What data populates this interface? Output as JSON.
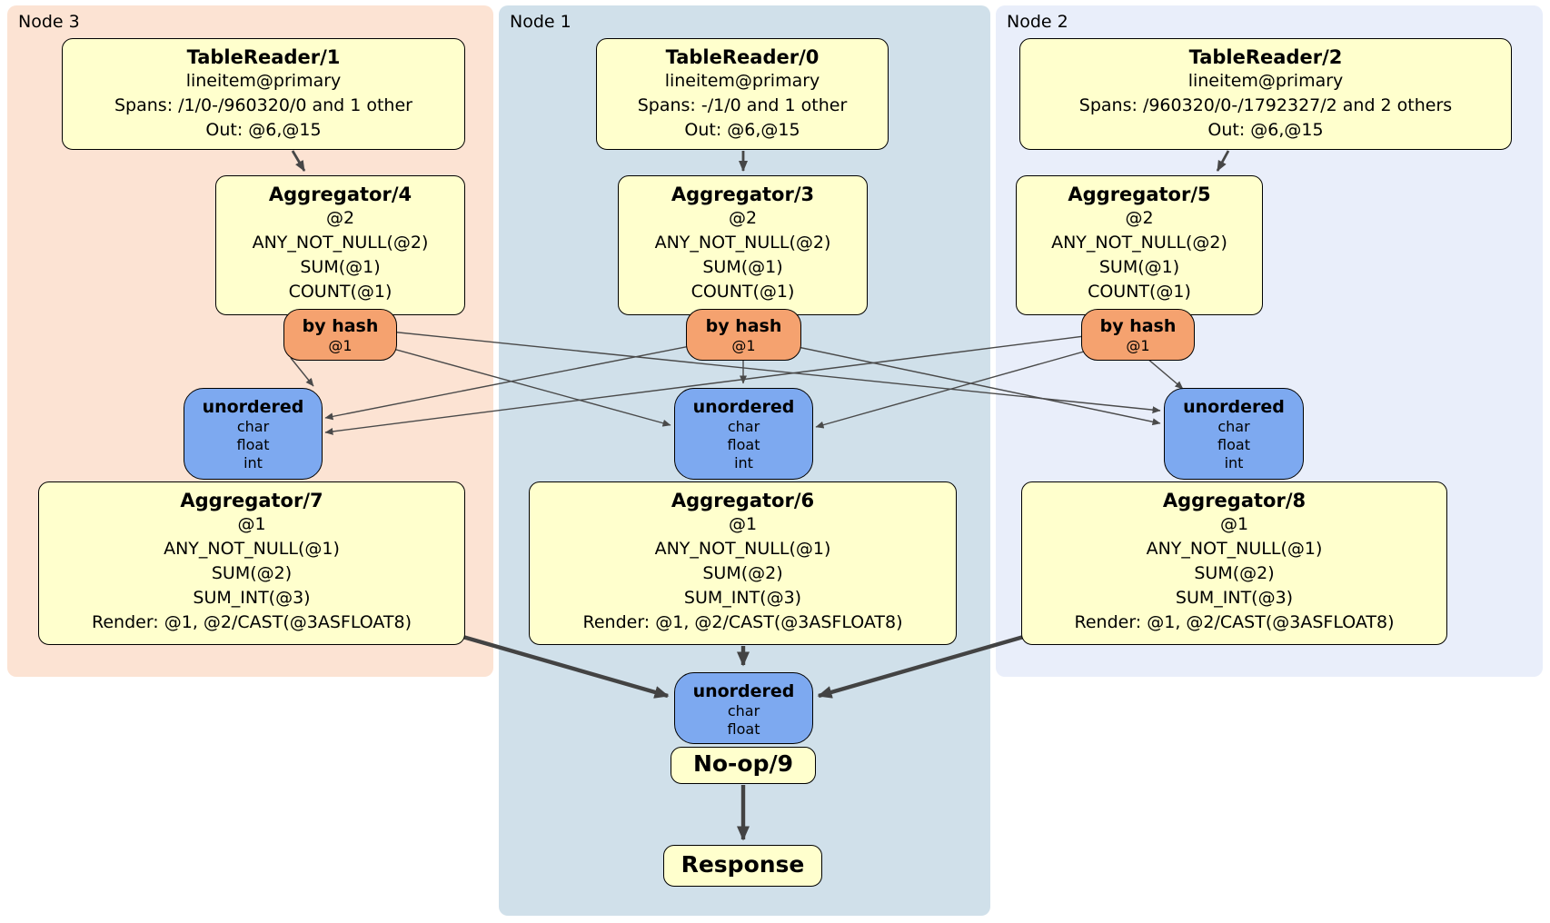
{
  "diagram": {
    "title": "distsql-plan",
    "panels": [
      {
        "id": "node3",
        "label": "Node 3"
      },
      {
        "id": "node1",
        "label": "Node 1"
      },
      {
        "id": "node2",
        "label": "Node 2"
      }
    ]
  },
  "boxes": {
    "tr1": {
      "title": "TableReader/1",
      "lines": [
        "lineitem@primary",
        "Spans: /1/0-/960320/0 and 1 other",
        "Out: @6,@15"
      ]
    },
    "tr0": {
      "title": "TableReader/0",
      "lines": [
        "lineitem@primary",
        "Spans: -/1/0 and 1 other",
        "Out: @6,@15"
      ]
    },
    "tr2": {
      "title": "TableReader/2",
      "lines": [
        "lineitem@primary",
        "Spans: /960320/0-/1792327/2 and 2 others",
        "Out: @6,@15"
      ]
    },
    "agg4": {
      "title": "Aggregator/4",
      "lines": [
        "@2",
        "ANY_NOT_NULL(@2)",
        "SUM(@1)",
        "COUNT(@1)"
      ]
    },
    "agg3": {
      "title": "Aggregator/3",
      "lines": [
        "@2",
        "ANY_NOT_NULL(@2)",
        "SUM(@1)",
        "COUNT(@1)"
      ]
    },
    "agg5": {
      "title": "Aggregator/5",
      "lines": [
        "@2",
        "ANY_NOT_NULL(@2)",
        "SUM(@1)",
        "COUNT(@1)"
      ]
    },
    "hash_left": {
      "title": "by hash",
      "lines": [
        "@1"
      ]
    },
    "hash_center": {
      "title": "by hash",
      "lines": [
        "@1"
      ]
    },
    "hash_right": {
      "title": "by hash",
      "lines": [
        "@1"
      ]
    },
    "unordered_left": {
      "title": "unordered",
      "lines": [
        "char",
        "float",
        "int"
      ]
    },
    "unordered_center": {
      "title": "unordered",
      "lines": [
        "char",
        "float",
        "int"
      ]
    },
    "unordered_right": {
      "title": "unordered",
      "lines": [
        "char",
        "float",
        "int"
      ]
    },
    "agg7": {
      "title": "Aggregator/7",
      "lines": [
        "@1",
        "ANY_NOT_NULL(@1)",
        "SUM(@2)",
        "SUM_INT(@3)",
        "Render: @1, @2/CAST(@3ASFLOAT8)"
      ]
    },
    "agg6": {
      "title": "Aggregator/6",
      "lines": [
        "@1",
        "ANY_NOT_NULL(@1)",
        "SUM(@2)",
        "SUM_INT(@3)",
        "Render: @1, @2/CAST(@3ASFLOAT8)"
      ]
    },
    "agg8": {
      "title": "Aggregator/8",
      "lines": [
        "@1",
        "ANY_NOT_NULL(@1)",
        "SUM(@2)",
        "SUM_INT(@3)",
        "Render: @1, @2/CAST(@3ASFLOAT8)"
      ]
    },
    "unordered_final": {
      "title": "unordered",
      "lines": [
        "char",
        "float"
      ]
    },
    "noop": {
      "title": "No-op/9"
    },
    "response": {
      "title": "Response"
    }
  },
  "colors": {
    "node3_panel": "#fce3d3",
    "node1_panel": "#d0e0ea",
    "node2_panel": "#e9eefa",
    "processor_fill": "#ffffcd",
    "router_fill": "#f5a26f",
    "stream_fill": "#7da9f0",
    "edge": "#474747"
  }
}
